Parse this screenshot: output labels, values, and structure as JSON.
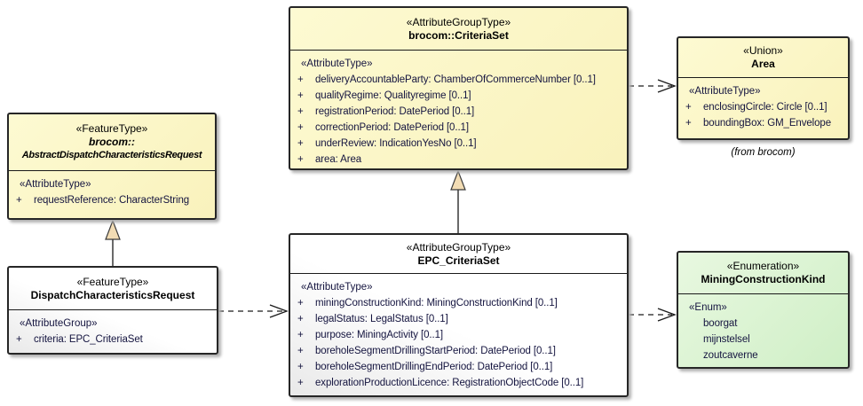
{
  "colors": {
    "class_fill_yellow": "#F9F2BC",
    "class_fill_green": "#D9F2CF",
    "class_fill_white": "#FFFFFF",
    "box_border": "#262626",
    "generalization_arrow_fill": "#F2DCB4",
    "connector_line": "#1a1a1a",
    "body_text": "#14143F"
  },
  "classes": [
    {
      "stereotype": "«AttributeGroupType»",
      "name": "brocom::CriteriaSet",
      "section": "«AttributeType»",
      "attributes": [
        {
          "vis": "+",
          "text": "deliveryAccountableParty: ChamberOfCommerceNumber [0..1]"
        },
        {
          "vis": "+",
          "text": "qualityRegime: Qualityregime [0..1]"
        },
        {
          "vis": "+",
          "text": "registrationPeriod: DatePeriod [0..1]"
        },
        {
          "vis": "+",
          "text": "correctionPeriod: DatePeriod [0..1]"
        },
        {
          "vis": "+",
          "text": "underReview: IndicationYesNo [0..1]"
        },
        {
          "vis": "+",
          "text": "area: Area"
        }
      ]
    },
    {
      "stereotype": "«Union»",
      "name": "Area",
      "section": "«AttributeType»",
      "attributes": [
        {
          "vis": "+",
          "text": "enclosingCircle: Circle [0..1]"
        },
        {
          "vis": "+",
          "text": "boundingBox: GM_Envelope"
        }
      ],
      "note": "(from brocom)"
    },
    {
      "stereotype": "«FeatureType»",
      "name_line1": "brocom::",
      "name_line2": "AbstractDispatchCharacteristicsRequest",
      "section": "«AttributeType»",
      "attributes": [
        {
          "vis": "+",
          "text": "requestReference: CharacterString"
        }
      ]
    },
    {
      "stereotype": "«FeatureType»",
      "name": "DispatchCharacteristicsRequest",
      "section": "«AttributeGroup»",
      "attributes": [
        {
          "vis": "+",
          "text": "criteria: EPC_CriteriaSet"
        }
      ]
    },
    {
      "stereotype": "«AttributeGroupType»",
      "name": "EPC_CriteriaSet",
      "section": "«AttributeType»",
      "attributes": [
        {
          "vis": "+",
          "text": "miningConstructionKind: MiningConstructionKind [0..1]"
        },
        {
          "vis": "+",
          "text": "legalStatus: LegalStatus [0..1]"
        },
        {
          "vis": "+",
          "text": "purpose: MiningActivity [0..1]"
        },
        {
          "vis": "+",
          "text": "boreholeSegmentDrillingStartPeriod: DatePeriod [0..1]"
        },
        {
          "vis": "+",
          "text": "boreholeSegmentDrillingEndPeriod: DatePeriod [0..1]"
        },
        {
          "vis": "+",
          "text": "explorationProductionLicence: RegistrationObjectCode [0..1]"
        }
      ]
    },
    {
      "stereotype": "«Enumeration»",
      "name": "MiningConstructionKind",
      "section": "«Enum»",
      "attributes": [
        {
          "vis": "",
          "text": "boorgat"
        },
        {
          "vis": "",
          "text": "mijnstelsel"
        },
        {
          "vis": "",
          "text": "zoutcaverne"
        }
      ]
    }
  ],
  "connectors": [
    {
      "type": "generalization",
      "from": "EPC_CriteriaSet",
      "to": "brocom::CriteriaSet"
    },
    {
      "type": "generalization",
      "from": "DispatchCharacteristicsRequest",
      "to": "brocom::AbstractDispatchCharacteristicsRequest"
    },
    {
      "type": "dependency",
      "from": "brocom::CriteriaSet",
      "to": "Area"
    },
    {
      "type": "dependency",
      "from": "DispatchCharacteristicsRequest",
      "to": "EPC_CriteriaSet"
    },
    {
      "type": "dependency",
      "from": "EPC_CriteriaSet",
      "to": "MiningConstructionKind"
    }
  ]
}
